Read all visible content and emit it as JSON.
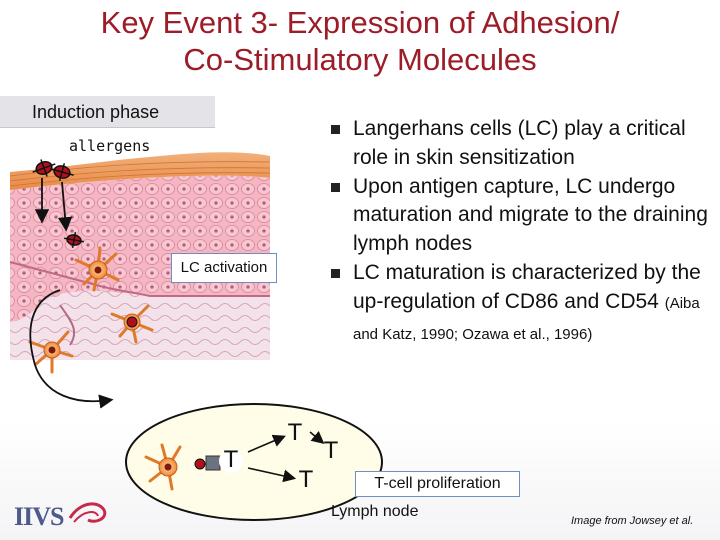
{
  "title": {
    "line1": "Key Event 3- Expression of Adhesion/",
    "line2": "Co-Stimulatory Molecules"
  },
  "diagram": {
    "phase_label": "Induction phase",
    "allergens_label": "allergens",
    "lc_activation_label": "LC activation",
    "t_cell_label": "T",
    "t_cell_proliferation_label": "T-cell proliferation",
    "lymph_node_label": "Lymph node"
  },
  "bullets": [
    {
      "text": "Langerhans cells (LC) play a critical role in skin sensitization"
    },
    {
      "text": "Upon antigen capture, LC undergo maturation and migrate to the draining lymph nodes"
    },
    {
      "text": "LC maturation is characterized by the up-regulation of CD86 and CD54 ",
      "citation": "(Aiba and Katz, 1990; Ozawa et al., 1996)"
    }
  ],
  "logo_text": "IIVS",
  "credit": "Image from Jowsey et al.",
  "colors": {
    "title": "#9c1c28",
    "skin_pink": "#f3a9b6",
    "skin_orange": "#e9a26c",
    "dendritic_cell": "#f0a24a",
    "lymph_node": "#fffde8"
  }
}
